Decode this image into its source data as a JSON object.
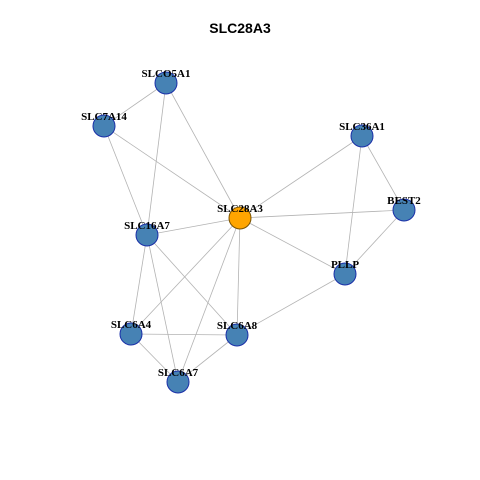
{
  "title": "SLC28A3",
  "colors": {
    "node": "#4682b4",
    "center": "#ffa500",
    "edge": "#b3b3b3",
    "node_border": "#1a2fa8"
  },
  "nodes": [
    {
      "id": "SLC28A3",
      "label": "SLC28A3",
      "center": true
    },
    {
      "id": "SLCO5A1",
      "label": "SLCO5A1"
    },
    {
      "id": "SLC7A14",
      "label": "SLC7A14"
    },
    {
      "id": "SLC36A1",
      "label": "SLC36A1"
    },
    {
      "id": "BEST2",
      "label": "BEST2"
    },
    {
      "id": "SLC16A7",
      "label": "SLC16A7"
    },
    {
      "id": "PLLP",
      "label": "PLLP"
    },
    {
      "id": "SLC6A4",
      "label": "SLC6A4"
    },
    {
      "id": "SLC6A8",
      "label": "SLC6A8"
    },
    {
      "id": "SLC6A7",
      "label": "SLC6A7"
    }
  ],
  "edges": [
    [
      "SLC28A3",
      "SLCO5A1"
    ],
    [
      "SLC28A3",
      "SLC7A14"
    ],
    [
      "SLC28A3",
      "SLC36A1"
    ],
    [
      "SLC28A3",
      "BEST2"
    ],
    [
      "SLC28A3",
      "SLC16A7"
    ],
    [
      "SLC28A3",
      "PLLP"
    ],
    [
      "SLC28A3",
      "SLC6A4"
    ],
    [
      "SLC28A3",
      "SLC6A8"
    ],
    [
      "SLC28A3",
      "SLC6A7"
    ],
    [
      "SLCO5A1",
      "SLC7A14"
    ],
    [
      "SLCO5A1",
      "SLC16A7"
    ],
    [
      "SLC7A14",
      "SLC16A7"
    ],
    [
      "SLC36A1",
      "BEST2"
    ],
    [
      "SLC36A1",
      "PLLP"
    ],
    [
      "BEST2",
      "PLLP"
    ],
    [
      "SLC16A7",
      "SLC6A4"
    ],
    [
      "SLC16A7",
      "SLC6A8"
    ],
    [
      "SLC16A7",
      "SLC6A7"
    ],
    [
      "PLLP",
      "SLC6A8"
    ],
    [
      "SLC6A4",
      "SLC6A8"
    ],
    [
      "SLC6A4",
      "SLC6A7"
    ],
    [
      "SLC6A8",
      "SLC6A7"
    ]
  ]
}
